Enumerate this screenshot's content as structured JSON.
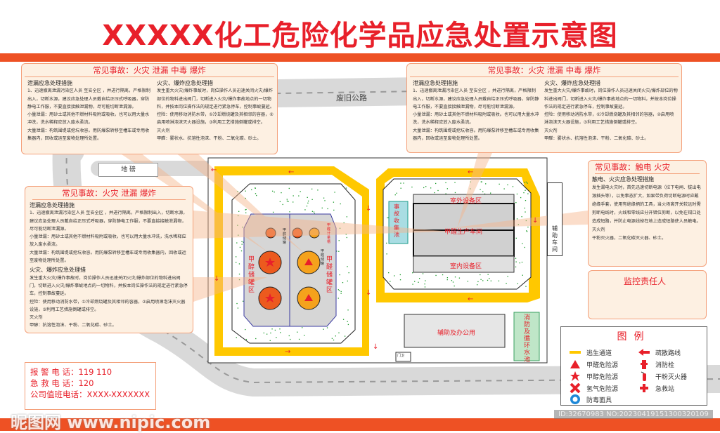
{
  "title": "XXXXX化工危险化学品应急处置示意图",
  "roads": {
    "old_road": "废旧公路",
    "weighbridge": "地 磅",
    "gate": "门卫"
  },
  "box_top_left": {
    "heading": "常见事故：火灾  泄漏  中毒  爆炸",
    "leak_title": "泄漏应急处理措施",
    "leak_lines": [
      "1、迅速撤离泄漏污染区人员 至安全区 ，并进行隔离，严格限制出入，切断水源，建议应急处理人员戴自给正压式呼吸器，穿防静电工作服，不要直接接触泄漏物，尽可能切断泄漏源。",
      "小量泄漏：用砂土或其他不燃材料吸附或吸收。也可以用大量水冲洗，洗水稀释应放入废水柔流。",
      "大量泄漏：构筑围堤或挖坑收容。用防爆泵转移至槽车或专用收集器内，回收或运至废物处理所处置。"
    ],
    "fire_title": "火灾、爆炸应急处理措",
    "fire_lines": [
      "发生重大火灾/爆炸事故时，岗位操作人员迅速关闭火灾/爆炸部位的物料进出阀门，切断进入火灾/爆炸事故地点的一切物料，并按本岗位操作法的规定进行紧急停车，控制事故蔓延。",
      "控险：使用移动消防水带，①冷却燃烧罐及其相邻的容器，②启用喷淋泡沫灭火器设施，③利用工艺措施倒罐或排空。",
      "灭火剂",
      "甲醛：雾状水、抗溶性泡沫、干粉、二氧化碳、砂土。"
    ]
  },
  "box_mid_left": {
    "heading": "常见事故：火灾  泄漏  爆炸",
    "leak_title": "泄漏应急处理措施",
    "leak_lines": [
      "1、迅速撤离泄漏污染区人员 至安全区 ，并进行隔离，严格限制出入，切断水源，建议应急处理人员戴自给正压式呼吸器，穿防静电工作服，不要直接接触泄漏物，尽可能切断泄漏源。",
      "小量泄漏：用砂土或其他不燃材料吸附或吸收。也可以用大量水冲洗，洗水稀释应放入废水柔流。",
      "大量泄漏：构筑围堤或挖坑收容。用防爆泵转移至槽车或专用收集器内，回收或运至废物处理所处置。"
    ],
    "fire_title": "火灾、爆炸应急处理措",
    "fire_lines": [
      "发生重大火灾/爆炸事故时，岗位操作人员迅速关闭火灾/爆炸部位的物料进出阀门，切断进入火灾/爆炸事故地点的一切物料，并按本岗位操作法的规定进行紧急停车，控制事故蔓延。",
      "控险：使用移动消防水带，①冷却燃烧罐及其相邻的容器，②启用喷淋泡沫灭火器设施，③利用工艺措施倒罐或排空。",
      "灭火剂",
      "甲醇：抗溶性泡沫、干粉、二氧化碳、砂土。"
    ]
  },
  "box_top_right": {
    "heading": "常见事故：火灾  泄漏  中毒  爆炸",
    "leak_title": "泄漏应急处理措施",
    "leak_lines": [
      "1、迅速撤离泄漏污染区人员 至安全区 ，并进行隔离，严格限制出入，切断水源，建议应急处理人员戴自给正压式呼吸器，穿防静电工作服，不要直接接触泄漏物，尽可能切断泄漏源。",
      "小量泄漏：用砂土或其他不燃材料吸附或吸收。也可以用大量水冲洗，洗水稀释应放入废水柔流。",
      "大量泄漏：构筑围堤或挖坑收容。用防爆泵转移至槽车或专用收集器内，回收或运至废物处理所处置。"
    ],
    "fire_title": "火灾、爆炸应急处理措",
    "fire_lines": [
      "发生重大火灾/爆炸事故时，岗位操作人员迅速关闭火灾/爆炸部位的物料进出阀门，切断进入火灾/爆炸事故地点的一切物料，并按本岗位操作法的规定进行紧急停车，控制事故蔓延。",
      "控险：使用移动消防水带，①冷却燃烧罐及其相邻的容器，②启用喷淋泡沫灭火器设施，③利用工艺措施倒罐或排空。",
      "灭火剂",
      "甲醛：雾状水、抗溶性泡沫、干粉、二氧化碳、砂土。"
    ]
  },
  "box_electric": {
    "heading": "常见事故：触电  火灾",
    "title": "触电、火灾应急处理措施",
    "lines": [
      "发生漏电火灾时，首先迅速切断电源（拉下电闸、拔出电源插头等），以免事态扩大，如果带负荷切断电源时应戴绝缘手套，使用有绝缘柄的工具，当火场离开关较远时需剪断电线时，火线和零线应分开错位剪断，以免在钳口处造成短路，并防止电源线掉在地上造成短路使人员触电。",
      "灭火剂",
      "干粉灭火器，二氧化碳灭火器、砂土。"
    ]
  },
  "monitor": {
    "label": "监控责任人"
  },
  "site": {
    "aux_workshop": "辅助车间",
    "methanol_area": "甲醇储罐区",
    "formaldehyde_area": "甲醛储罐区",
    "methanol_tank": "甲醇储罐",
    "formaldehyde_tank": "甲醛储罐",
    "measuring_tank": "甲醛计量槽",
    "accident_pool": "事故收集池",
    "outdoor_equipment": "室外设备区",
    "production": "甲醛生产车间",
    "indoor_equipment": "室内设备区",
    "office": "辅助及办公用",
    "fire_pool": "消防及循环水池"
  },
  "legend": {
    "title": "图例",
    "items": [
      {
        "icon": "escape-route",
        "label": "逃生通道"
      },
      {
        "icon": "evacuation-arrow",
        "label": "疏散路线"
      },
      {
        "icon": "formaldehyde-hazard",
        "label": "甲醛危险源"
      },
      {
        "icon": "fire-hydrant",
        "label": "消防栓"
      },
      {
        "icon": "methanol-hazard",
        "label": "甲醇危险源"
      },
      {
        "icon": "fire-extinguisher",
        "label": "干粉灭火器"
      },
      {
        "icon": "hydrogen-hazard",
        "label": "氢气危险源"
      },
      {
        "icon": "first-aid",
        "label": "急救站"
      },
      {
        "icon": "gas-mask",
        "label": "防毒面具"
      }
    ]
  },
  "phones": {
    "police": "报 警 电 话：119   110",
    "ambulance": "急 救 电 话：120",
    "duty": "公司值班电话：XXXX-XXXXXXX"
  },
  "watermark": "昵图网 www.nipic.com",
  "id_tag": "ID:32670983 NO:20230419151300320109",
  "colors": {
    "accent": "#e8202a",
    "band": "#ee5124",
    "escape": "#ffc800",
    "road": "#d9d9d9"
  }
}
